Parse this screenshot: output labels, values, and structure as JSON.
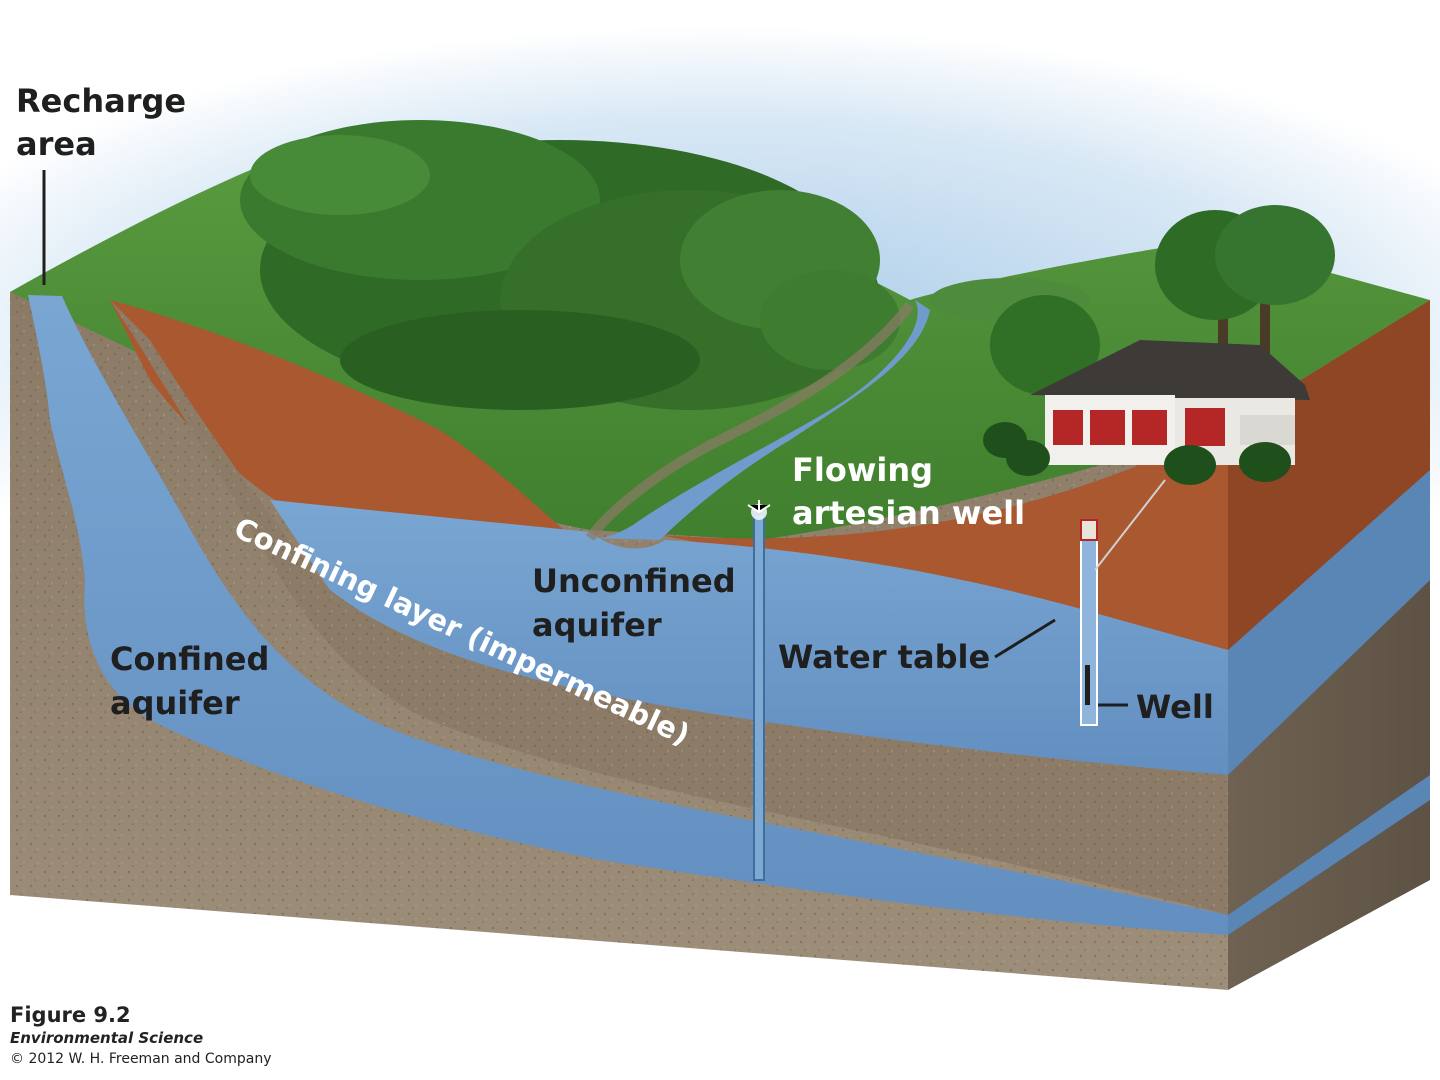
{
  "labels": {
    "recharge_area_line1": "Recharge",
    "recharge_area_line2": "area",
    "confined_aquifer_line1": "Confined",
    "confined_aquifer_line2": "aquifer",
    "confining_layer": "Confining layer (impermeable)",
    "unconfined_aquifer_line1": "Unconfined",
    "unconfined_aquifer_line2": "aquifer",
    "flowing_artesian_well_line1": "Flowing",
    "flowing_artesian_well_line2": "artesian well",
    "water_table": "Water table",
    "well": "Well"
  },
  "caption": {
    "figure": "Figure 9.2",
    "book": "Environmental Science",
    "copyright": "© 2012 W. H. Freeman and Company"
  },
  "colors": {
    "sky": "#cfe3f3",
    "grass": "#4f8f3a",
    "forest": "#2f6a26",
    "water": "#6f9ccc",
    "clay": "#a9582f",
    "rock": "#8e7d68",
    "house_wall": "#f1f0ec",
    "house_roof": "#3e3a38",
    "window_red": "#b52626"
  }
}
